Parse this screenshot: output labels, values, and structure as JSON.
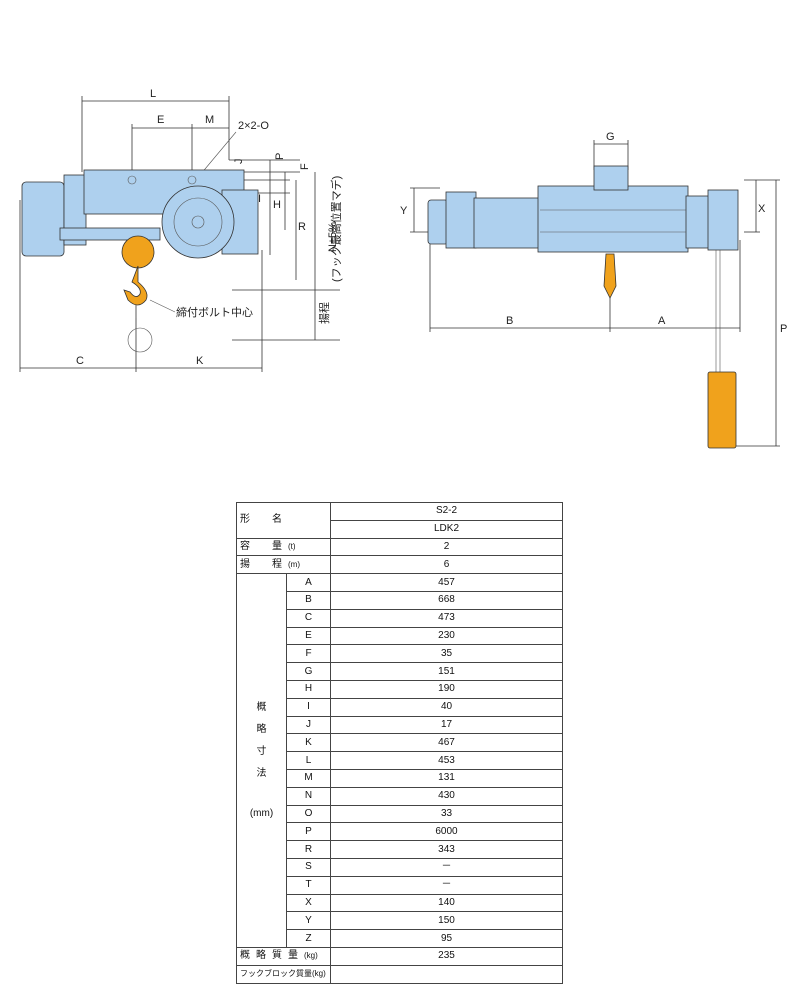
{
  "drawing": {
    "labels": {
      "L": "L",
      "E": "E",
      "M": "M",
      "O": "2×2-O",
      "J": "J",
      "P": "P",
      "F": "F",
      "I": "I",
      "H": "H",
      "R": "R",
      "N": "N±5%",
      "N_note": "(フック最高位置マデ)",
      "lift": "揚程",
      "bolt": "締付ボルト中心",
      "C": "C",
      "K": "K",
      "G": "G",
      "Y": "Y",
      "X": "X",
      "B": "B",
      "A": "A",
      "P2": "P"
    },
    "colors": {
      "body": "#aed0ee",
      "hook": "#f0a21c",
      "line": "#333333"
    }
  },
  "table": {
    "model_label": "形　名",
    "model_1": "S2-2",
    "model_2": "LDK2",
    "capacity_label": "容　量",
    "capacity_unit": "(t)",
    "capacity_value": "2",
    "lift_label": "揚　程",
    "lift_unit": "(m)",
    "lift_value": "6",
    "dims_group": [
      "概",
      "略",
      "寸",
      "法"
    ],
    "dims_unit": "(mm)",
    "dims": [
      {
        "k": "A",
        "v": "457"
      },
      {
        "k": "B",
        "v": "668"
      },
      {
        "k": "C",
        "v": "473"
      },
      {
        "k": "E",
        "v": "230"
      },
      {
        "k": "F",
        "v": "35"
      },
      {
        "k": "G",
        "v": "151"
      },
      {
        "k": "H",
        "v": "190"
      },
      {
        "k": "I",
        "v": "40"
      },
      {
        "k": "J",
        "v": "17"
      },
      {
        "k": "K",
        "v": "467"
      },
      {
        "k": "L",
        "v": "453"
      },
      {
        "k": "M",
        "v": "131"
      },
      {
        "k": "N",
        "v": "430"
      },
      {
        "k": "O",
        "v": "33"
      },
      {
        "k": "P",
        "v": "6000"
      },
      {
        "k": "R",
        "v": "343"
      },
      {
        "k": "S",
        "v": "－"
      },
      {
        "k": "T",
        "v": "－"
      },
      {
        "k": "X",
        "v": "140"
      },
      {
        "k": "Y",
        "v": "150"
      },
      {
        "k": "Z",
        "v": "95"
      }
    ],
    "mass_label": "概略質量",
    "mass_unit": "(kg)",
    "mass_value": "235",
    "hookblock_label": "フックブロック質量",
    "hookblock_unit": "(kg)",
    "hookblock_value": ""
  }
}
